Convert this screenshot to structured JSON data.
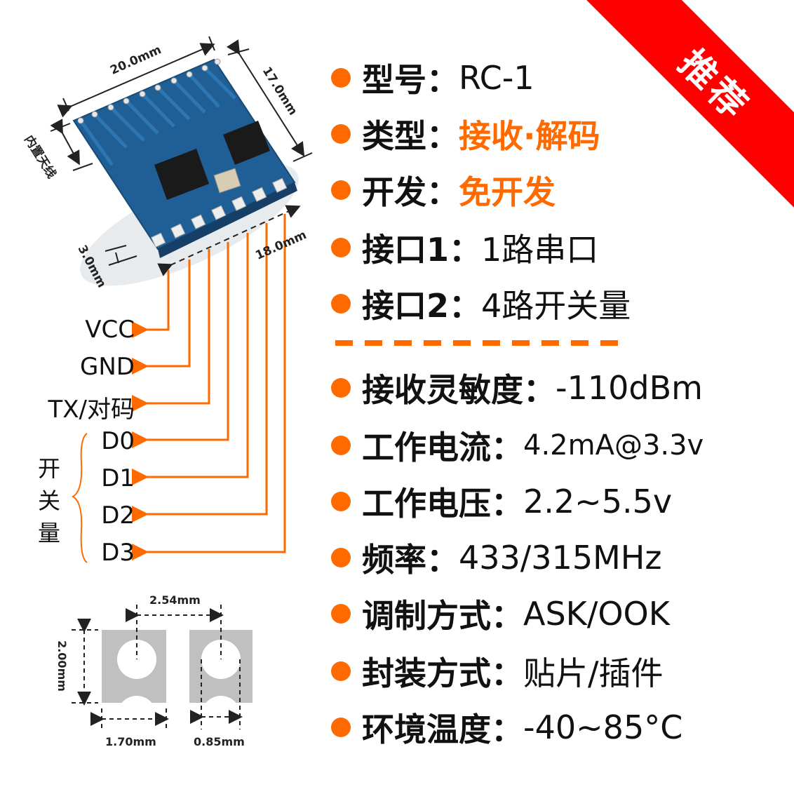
{
  "badge": {
    "label": "推荐",
    "color": "#ff0000"
  },
  "colors": {
    "accent": "#ff6a00",
    "text": "#111111",
    "pcb": "#1c5a8e",
    "pad_gray": "#c0c0c0"
  },
  "specs": [
    {
      "label": "型号：",
      "value": "RC-1",
      "style": "plain"
    },
    {
      "label": "类型：",
      "value": "接收·解码",
      "style": "accent"
    },
    {
      "label": "开发：",
      "value": "免开发",
      "style": "accent"
    },
    {
      "label": "接口1：",
      "value": "1路串口",
      "style": "plain"
    },
    {
      "label": "接口2：",
      "value": "4路开关量",
      "style": "plain"
    },
    {
      "label": "接收灵敏度：",
      "value": "-110dBm",
      "style": "plain"
    },
    {
      "label": "工作电流：",
      "value": "4.2mA@3.3v",
      "style": "small"
    },
    {
      "label": "工作电压：",
      "value": "2.2~5.5v",
      "style": "plain"
    },
    {
      "label": "频率：",
      "value": "433/315MHz",
      "style": "plain"
    },
    {
      "label": "调制方式：",
      "value": "ASK/OOK",
      "style": "plain"
    },
    {
      "label": "封装方式：",
      "value": "贴片/插件",
      "style": "plain"
    },
    {
      "label": "环境温度：",
      "value": "-40~85°C",
      "style": "plain"
    }
  ],
  "module": {
    "dimensions": {
      "width": "20.0mm",
      "depth": "17.0mm",
      "antenna": "内置天线",
      "height": "3.0mm",
      "pin_span": "18.0mm"
    },
    "pins": [
      "VCC",
      "GND",
      "TX/对码",
      "D0",
      "D1",
      "D2",
      "D3"
    ],
    "switch_group_label": [
      "开",
      "关",
      "量"
    ]
  },
  "pad_diagram": {
    "pitch": "2.54mm",
    "height": "2.00mm",
    "pad_width": "1.70mm",
    "half_width": "0.85mm"
  }
}
